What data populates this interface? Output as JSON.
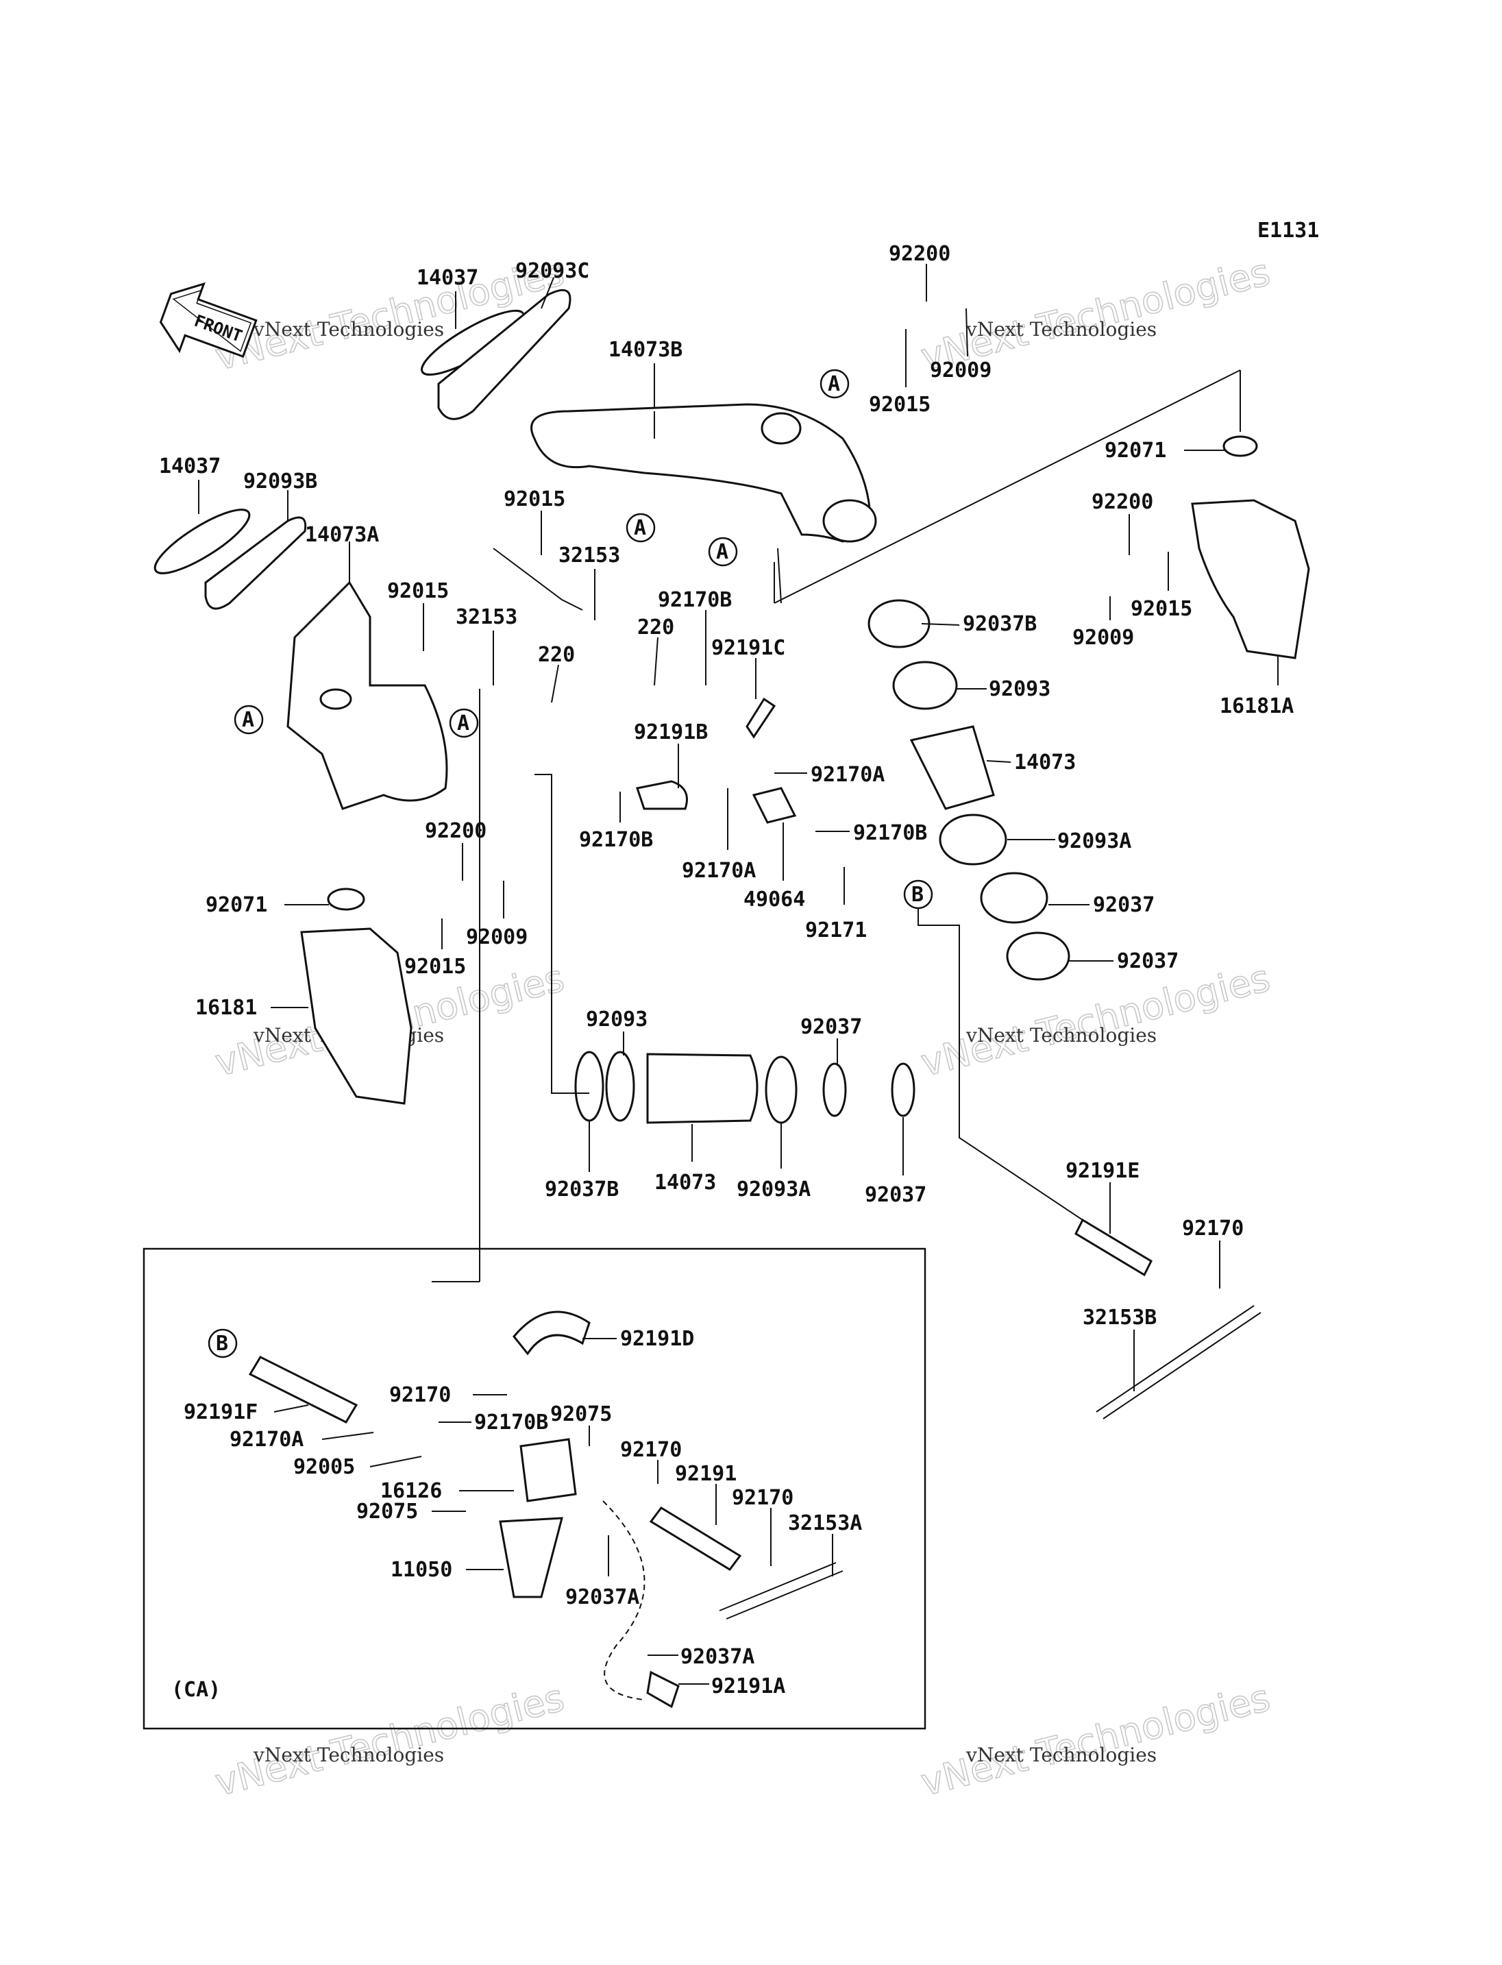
{
  "diagram_code": "E1131",
  "front_label": "FRONT",
  "inset_label": "(CA)",
  "watermark_line1": "vNext Technologies",
  "watermark_line2": "vNext Technologies",
  "reference_markers": [
    "A",
    "B"
  ],
  "parts": [
    {
      "id": "p1",
      "number": "14037"
    },
    {
      "id": "p2",
      "number": "92093C"
    },
    {
      "id": "p3",
      "number": "14073B"
    },
    {
      "id": "p4",
      "number": "92200"
    },
    {
      "id": "p5",
      "number": "92009"
    },
    {
      "id": "p6",
      "number": "92015"
    },
    {
      "id": "p7",
      "number": "92071"
    },
    {
      "id": "p8",
      "number": "92200"
    },
    {
      "id": "p9",
      "number": "92015"
    },
    {
      "id": "p10",
      "number": "92009"
    },
    {
      "id": "p11",
      "number": "16181A"
    },
    {
      "id": "p12",
      "number": "14037"
    },
    {
      "id": "p13",
      "number": "92093B"
    },
    {
      "id": "p14",
      "number": "14073A"
    },
    {
      "id": "p15",
      "number": "92015"
    },
    {
      "id": "p16",
      "number": "32153"
    },
    {
      "id": "p17",
      "number": "92015"
    },
    {
      "id": "p18",
      "number": "32153"
    },
    {
      "id": "p19",
      "number": "220"
    },
    {
      "id": "p20",
      "number": "220"
    },
    {
      "id": "p21",
      "number": "92170B"
    },
    {
      "id": "p22",
      "number": "92191C"
    },
    {
      "id": "p23",
      "number": "92037B"
    },
    {
      "id": "p24",
      "number": "92093"
    },
    {
      "id": "p25",
      "number": "14073"
    },
    {
      "id": "p26",
      "number": "92170A"
    },
    {
      "id": "p27",
      "number": "92191B"
    },
    {
      "id": "p28",
      "number": "92170B"
    },
    {
      "id": "p29",
      "number": "92170A"
    },
    {
      "id": "p30",
      "number": "49064"
    },
    {
      "id": "p31",
      "number": "92170B"
    },
    {
      "id": "p32",
      "number": "92093A"
    },
    {
      "id": "p33",
      "number": "92171"
    },
    {
      "id": "p34",
      "number": "92037"
    },
    {
      "id": "p35",
      "number": "92037"
    },
    {
      "id": "p36",
      "number": "92200"
    },
    {
      "id": "p37",
      "number": "92071"
    },
    {
      "id": "p38",
      "number": "92009"
    },
    {
      "id": "p39",
      "number": "92015"
    },
    {
      "id": "p40",
      "number": "16181"
    },
    {
      "id": "p41",
      "number": "92093"
    },
    {
      "id": "p42",
      "number": "92037"
    },
    {
      "id": "p43",
      "number": "92037B"
    },
    {
      "id": "p44",
      "number": "14073"
    },
    {
      "id": "p45",
      "number": "92093A"
    },
    {
      "id": "p46",
      "number": "92037"
    },
    {
      "id": "p47",
      "number": "92191E"
    },
    {
      "id": "p48",
      "number": "92170"
    },
    {
      "id": "p49",
      "number": "32153B"
    },
    {
      "id": "p50",
      "number": "92191D"
    },
    {
      "id": "p51",
      "number": "92170"
    },
    {
      "id": "p52",
      "number": "92191F"
    },
    {
      "id": "p53",
      "number": "92075"
    },
    {
      "id": "p54",
      "number": "92170A"
    },
    {
      "id": "p55",
      "number": "92170B"
    },
    {
      "id": "p56",
      "number": "92005"
    },
    {
      "id": "p57",
      "number": "92170"
    },
    {
      "id": "p58",
      "number": "16126"
    },
    {
      "id": "p59",
      "number": "92191"
    },
    {
      "id": "p60",
      "number": "92075"
    },
    {
      "id": "p61",
      "number": "92170"
    },
    {
      "id": "p62",
      "number": "32153A"
    },
    {
      "id": "p63",
      "number": "11050"
    },
    {
      "id": "p64",
      "number": "92037A"
    },
    {
      "id": "p65",
      "number": "92037A"
    },
    {
      "id": "p66",
      "number": "92191A"
    }
  ]
}
